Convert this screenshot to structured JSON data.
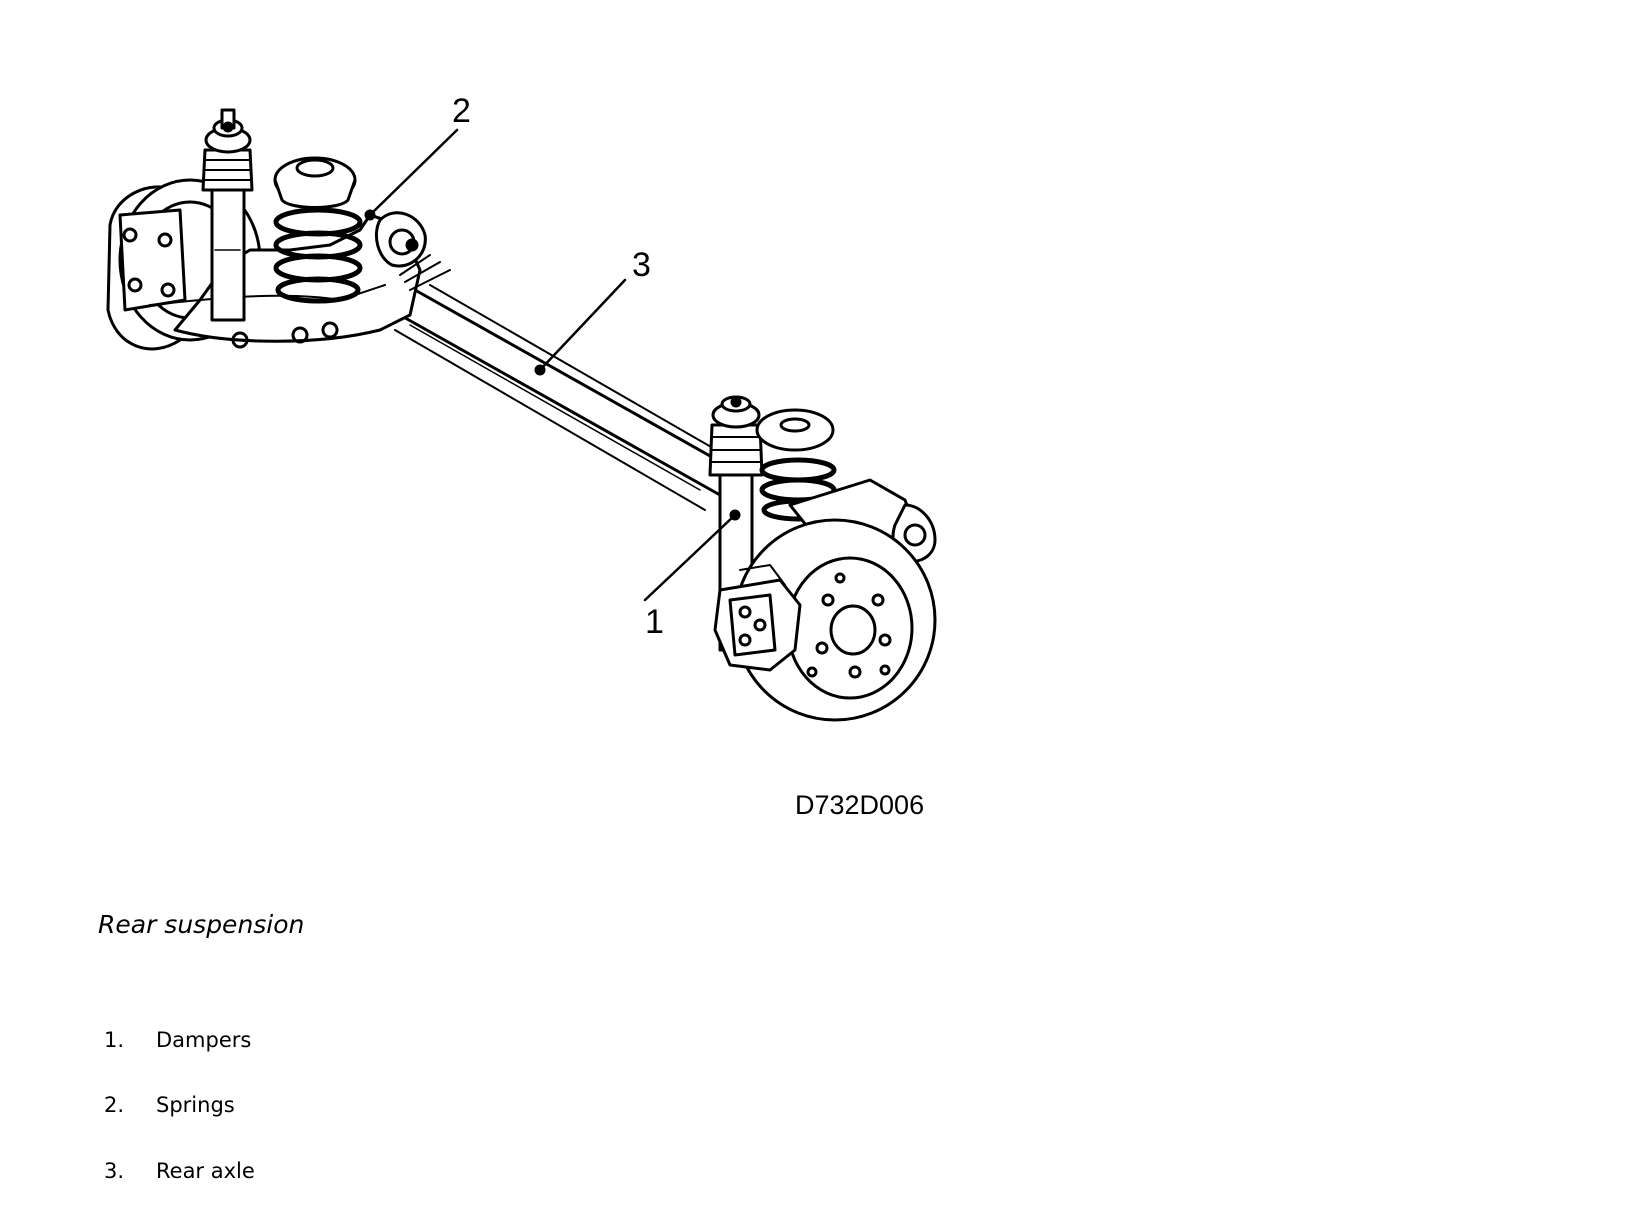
{
  "callouts": [
    "1",
    "2",
    "3"
  ],
  "figure_code": "D732D006",
  "caption": "Rear suspension",
  "legend": [
    {
      "num": "1.",
      "label": "Dampers"
    },
    {
      "num": "2.",
      "label": "Springs"
    },
    {
      "num": "3.",
      "label": "Rear axle"
    }
  ]
}
